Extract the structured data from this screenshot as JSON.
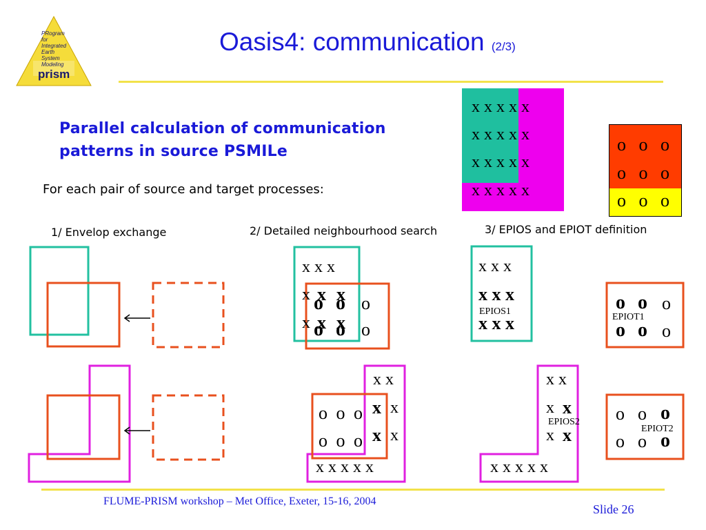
{
  "logo": {
    "lines": [
      "PRogram",
      "for",
      "Integrated",
      "Earth",
      "System",
      "Modeling"
    ],
    "name": "prism"
  },
  "header": {
    "title": "Oasis4: communication",
    "title_suffix": "(2/3)"
  },
  "subtitle": {
    "line1": "Parallel calculation of communication",
    "line2": "patterns in source PSMILe"
  },
  "intro": "For each pair of source and target processes:",
  "steps": {
    "step1": "1/ Envelop exchange",
    "step2": "2/ Detailed neighbourhood search",
    "step3": "3/ EPIOS and EPIOT definition"
  },
  "labels": {
    "epios1": "EPIOS1",
    "epiot1": "EPIOT1",
    "epios2": "EPIOS2",
    "epiot2": "EPIOT2"
  },
  "marks": {
    "x": "x",
    "o": "o",
    "x5": "x x x x x",
    "x3": "x x x",
    "o3": "o o o",
    "x2": "x x"
  },
  "footer": {
    "text": "FLUME-PRISM workshop – Met Office, Exeter, 15-16, 2004",
    "slide": "Slide 26"
  },
  "colors": {
    "title": "#1a1ad8",
    "teal": "#1fbf9f",
    "magenta": "#ee00ee",
    "orange_red": "#ff3c00",
    "yellow": "#ffff00",
    "box_orange": "#e8501e",
    "box_teal": "#22c0a0",
    "box_magenta": "#e020e0",
    "divider": "#f2e24a",
    "logo_yellow": "#f5dc3a"
  }
}
